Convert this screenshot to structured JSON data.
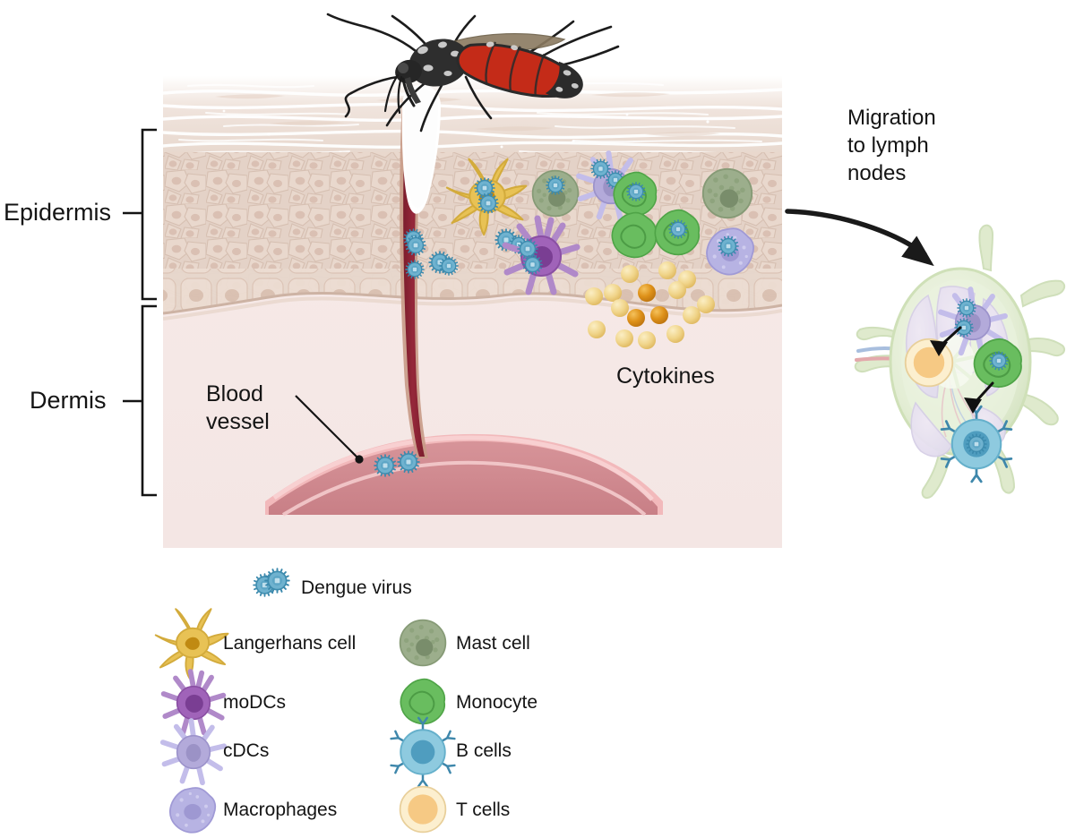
{
  "figure": {
    "title": "Dengue virus transmission through mosquito bite into skin and migration to lymph nodes",
    "layers": {
      "epidermis_label": "Epidermis",
      "dermis_label": "Dermis"
    },
    "callouts": {
      "blood_vessel": "Blood\nvessel",
      "cytokines": "Cytokines",
      "migration": "Migration\nto lymph\nnodes"
    }
  },
  "legend": {
    "top_item": {
      "label": "Dengue virus",
      "icon": "dengue-virus-icon",
      "color": "#6fb2cf"
    },
    "left_column": [
      {
        "label": "Langerhans cell",
        "icon": "langerhans-cell-icon",
        "color": "#e8c255"
      },
      {
        "label": "moDCs",
        "icon": "modc-icon",
        "color": "#9b62ad"
      },
      {
        "label": "cDCs",
        "icon": "cdc-icon",
        "color": "#b5aee0"
      },
      {
        "label": "Macrophages",
        "icon": "macrophage-icon",
        "color": "#b7b3e3"
      }
    ],
    "right_column": [
      {
        "label": "Mast cell",
        "icon": "mast-cell-icon",
        "color": "#93a886"
      },
      {
        "label": "Monocyte",
        "icon": "monocyte-icon",
        "color": "#6fbd63"
      },
      {
        "label": "B cells",
        "icon": "b-cell-icon",
        "color": "#7cc0d8"
      },
      {
        "label": "T cells",
        "icon": "t-cell-icon",
        "color": "#f7d79b"
      }
    ]
  },
  "colors": {
    "dermis_bg": "#f6eae8",
    "epidermis": "#e6d6cd",
    "stratum_corneum": "#e9ddd6",
    "blood_vessel": "#cf8a8f",
    "blood_vessel_wall": "#f0b4b6",
    "proboscis_blood": "#8e2434",
    "virus": "#6fb2cf",
    "cytokine_light": "#f0d18c",
    "cytokine_dark": "#d98d19",
    "lymph_node": "#dfe9cf",
    "mosquito_body": "#2b2b2b",
    "mosquito_abdomen": "#c42b18",
    "text": "#141414"
  },
  "counts": {
    "cytokine_dots": 16,
    "virus_particles_epidermis": 12,
    "virus_particles_vessel": 2
  }
}
